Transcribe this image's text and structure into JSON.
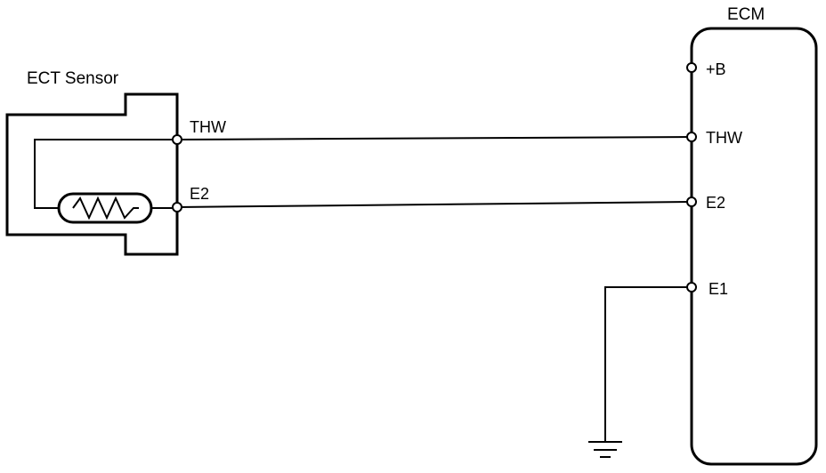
{
  "sensor": {
    "title": "ECT Sensor",
    "pins": {
      "thw": "THW",
      "e2": "E2"
    }
  },
  "ecm": {
    "title": "ECM",
    "pins": {
      "b": "+B",
      "thw": "THW",
      "e2": "E2",
      "e1": "E1"
    }
  }
}
